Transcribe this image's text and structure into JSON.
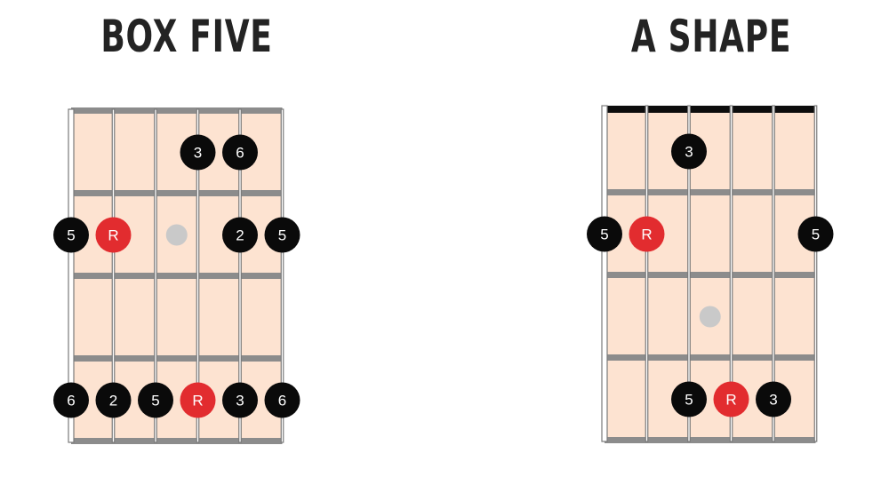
{
  "colors": {
    "background": "#ffffff",
    "title": "#232323",
    "fretboard": "#fde3d1",
    "fret_wire": "#8c8c8c",
    "nut": "#0d0d0d",
    "string": "#7a7a7a",
    "note_black": "#0a0a0a",
    "note_root": "#e22c2f",
    "note_text": "#ffffff",
    "inlay": "#c9c9c9"
  },
  "diagrams": [
    {
      "title": "BOX FIVE",
      "show_nut": false,
      "strings": 6,
      "frets": 4,
      "inlays": [
        {
          "string_between": [
            2,
            3
          ],
          "fret": 2
        }
      ],
      "notes": [
        {
          "string": 3,
          "fret": 1,
          "label": "3",
          "root": false
        },
        {
          "string": 4,
          "fret": 1,
          "label": "6",
          "root": false
        },
        {
          "string": 0,
          "fret": 2,
          "label": "5",
          "root": false
        },
        {
          "string": 1,
          "fret": 2,
          "label": "R",
          "root": true
        },
        {
          "string": 4,
          "fret": 2,
          "label": "2",
          "root": false
        },
        {
          "string": 5,
          "fret": 2,
          "label": "5",
          "root": false
        },
        {
          "string": 0,
          "fret": 4,
          "label": "6",
          "root": false
        },
        {
          "string": 1,
          "fret": 4,
          "label": "2",
          "root": false
        },
        {
          "string": 2,
          "fret": 4,
          "label": "5",
          "root": false
        },
        {
          "string": 3,
          "fret": 4,
          "label": "R",
          "root": true
        },
        {
          "string": 4,
          "fret": 4,
          "label": "3",
          "root": false
        },
        {
          "string": 5,
          "fret": 4,
          "label": "6",
          "root": false
        }
      ]
    },
    {
      "title": "A SHAPE",
      "show_nut": true,
      "strings": 6,
      "frets": 4,
      "inlays": [
        {
          "string_between": [
            2,
            3
          ],
          "fret": 3
        }
      ],
      "notes": [
        {
          "string": 2,
          "fret": 1,
          "label": "3",
          "root": false
        },
        {
          "string": 0,
          "fret": 2,
          "label": "5",
          "root": false
        },
        {
          "string": 1,
          "fret": 2,
          "label": "R",
          "root": true
        },
        {
          "string": 5,
          "fret": 2,
          "label": "5",
          "root": false
        },
        {
          "string": 2,
          "fret": 4,
          "label": "5",
          "root": false
        },
        {
          "string": 3,
          "fret": 4,
          "label": "R",
          "root": true
        },
        {
          "string": 4,
          "fret": 4,
          "label": "3",
          "root": false
        }
      ]
    }
  ]
}
